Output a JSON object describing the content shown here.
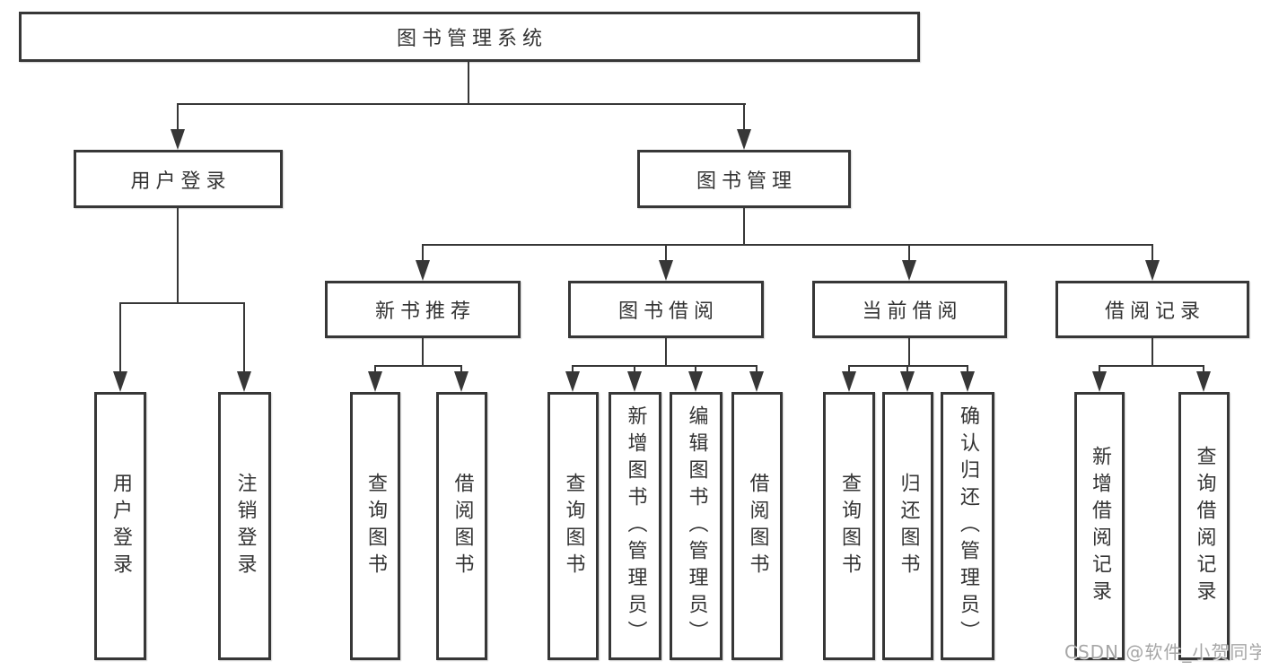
{
  "diagram": {
    "root": {
      "label": "图书管理系统"
    },
    "branches": [
      {
        "label": "用户登录",
        "children": [
          {
            "label": "用户登录"
          },
          {
            "label": "注销登录"
          }
        ]
      },
      {
        "label": "图书管理",
        "children": [
          {
            "label": "新书推荐",
            "children": [
              {
                "label": "查询图书"
              },
              {
                "label": "借阅图书"
              }
            ]
          },
          {
            "label": "图书借阅",
            "children": [
              {
                "label": "查询图书"
              },
              {
                "label": "新增图书（管理员）"
              },
              {
                "label": "编辑图书（管理员）"
              },
              {
                "label": "借阅图书"
              }
            ]
          },
          {
            "label": "当前借阅",
            "children": [
              {
                "label": "查询图书"
              },
              {
                "label": "归还图书"
              },
              {
                "label": "确认归还（管理员）"
              }
            ]
          },
          {
            "label": "借阅记录",
            "children": [
              {
                "label": "新增借阅记录"
              },
              {
                "label": "查询借阅记录"
              }
            ]
          }
        ]
      }
    ]
  },
  "watermark": {
    "text": "CSDN @软件_小贺同学"
  },
  "colors": {
    "line": "#373737",
    "box_border": "#373737",
    "text": "#333333",
    "box_background": "#ffffff",
    "page_background": "#ffffff",
    "watermark": "#969696"
  }
}
